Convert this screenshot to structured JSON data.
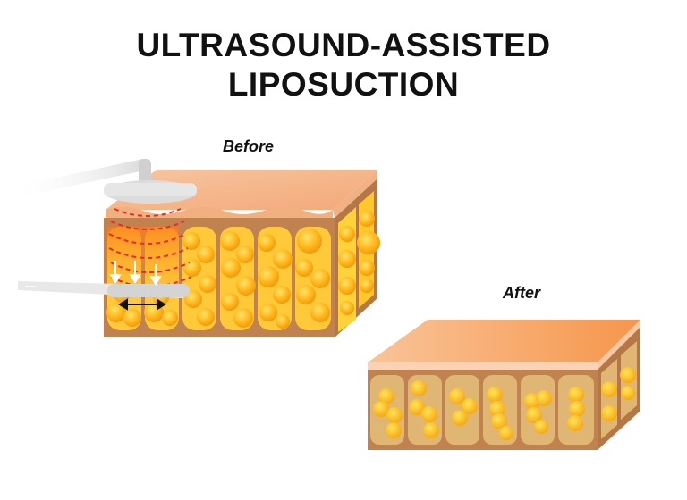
{
  "title": {
    "line1": "ULTRASOUND-ASSISTED",
    "line2": "LIPOSUCTION"
  },
  "panels": {
    "before": {
      "label": "Before"
    },
    "after": {
      "label": "After"
    }
  },
  "colors": {
    "skin_top": "#f7b98c",
    "skin_dermis": "#c98a55",
    "fat_cell": "#ffb21a",
    "fat_cell_light": "#ffd84a",
    "ultrasound_waves": "#e82a2a",
    "probe": "#d9d9d9",
    "after_top": "#f8a868",
    "after_cell_bg": "#d9b070"
  },
  "icons": [
    "ultrasound-probe-icon",
    "cannula-icon",
    "suction-arrow-icon",
    "bidirectional-arrow-icon",
    "ultrasound-wave-icon"
  ]
}
